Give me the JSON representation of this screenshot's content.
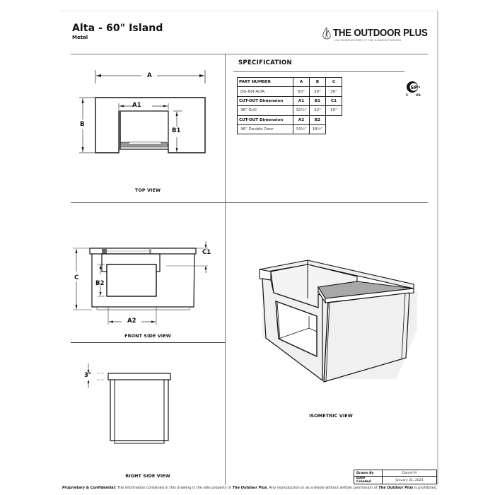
{
  "header": {
    "title": "Alta - 60\" Island",
    "subtitle": "Metal",
    "logo": {
      "name": "THE OUTDOOR PLUS",
      "tagline": "USA MANUFACTURER OF FIRE & WATER FEATURES",
      "icon": "flame-icon"
    }
  },
  "specification": {
    "title": "SPECIFICATION",
    "rows": [
      {
        "type": "header",
        "cells": [
          "PART NUMBER",
          "A",
          "B",
          "C"
        ]
      },
      {
        "type": "value",
        "cells": [
          "DG-60I-ALTA",
          "60\"",
          "30\"",
          "36\""
        ]
      },
      {
        "type": "header",
        "cells": [
          "CUT-OUT Dimension",
          "A1",
          "B1",
          "C1"
        ]
      },
      {
        "type": "value",
        "cells": [
          "36\" Grill",
          "32½\"",
          "22\"",
          "10\""
        ]
      },
      {
        "type": "header",
        "cells": [
          "CUT-OUT Dimension",
          "A2",
          "B2"
        ]
      },
      {
        "type": "value",
        "cells": [
          "36\" Double Door",
          "33½\"",
          "18½\""
        ]
      }
    ],
    "certification": {
      "icon": "csa-certification-icon",
      "left": "C",
      "right": "US"
    }
  },
  "views": {
    "top": {
      "label": "TOP VIEW",
      "dims": {
        "a": "A",
        "b": "B",
        "a1": "A1",
        "b1": "B1"
      }
    },
    "front": {
      "label": "FRONT SIDE VIEW",
      "dims": {
        "c": "C",
        "c1": "C1",
        "a2": "A2",
        "b2": "B2"
      }
    },
    "right": {
      "label": "RIGHT SIDE VIEW",
      "dims": {
        "top_thickness": "3\""
      }
    },
    "isometric": {
      "label": "ISOMETRIC VIEW"
    }
  },
  "title_block": {
    "drawn_by_label": "Drawn By",
    "drawn_by": "Daniel M",
    "date_label": "Date Created",
    "date": "January 31, 2024"
  },
  "footer": {
    "lead": "Proprietary & Confidential:",
    "text1": " The information contained in this drawing is the sole property of ",
    "company1": "The Outdoor Plus",
    "text2": ". Any reproduction or as a whole without written permission of ",
    "company2": "The Outdoor Plus",
    "text3": " is prohibited."
  },
  "colors": {
    "line": "#222222",
    "divider": "#777777",
    "fill_light": "#f0f0f0",
    "fill_counter": "#a8a8a8"
  }
}
